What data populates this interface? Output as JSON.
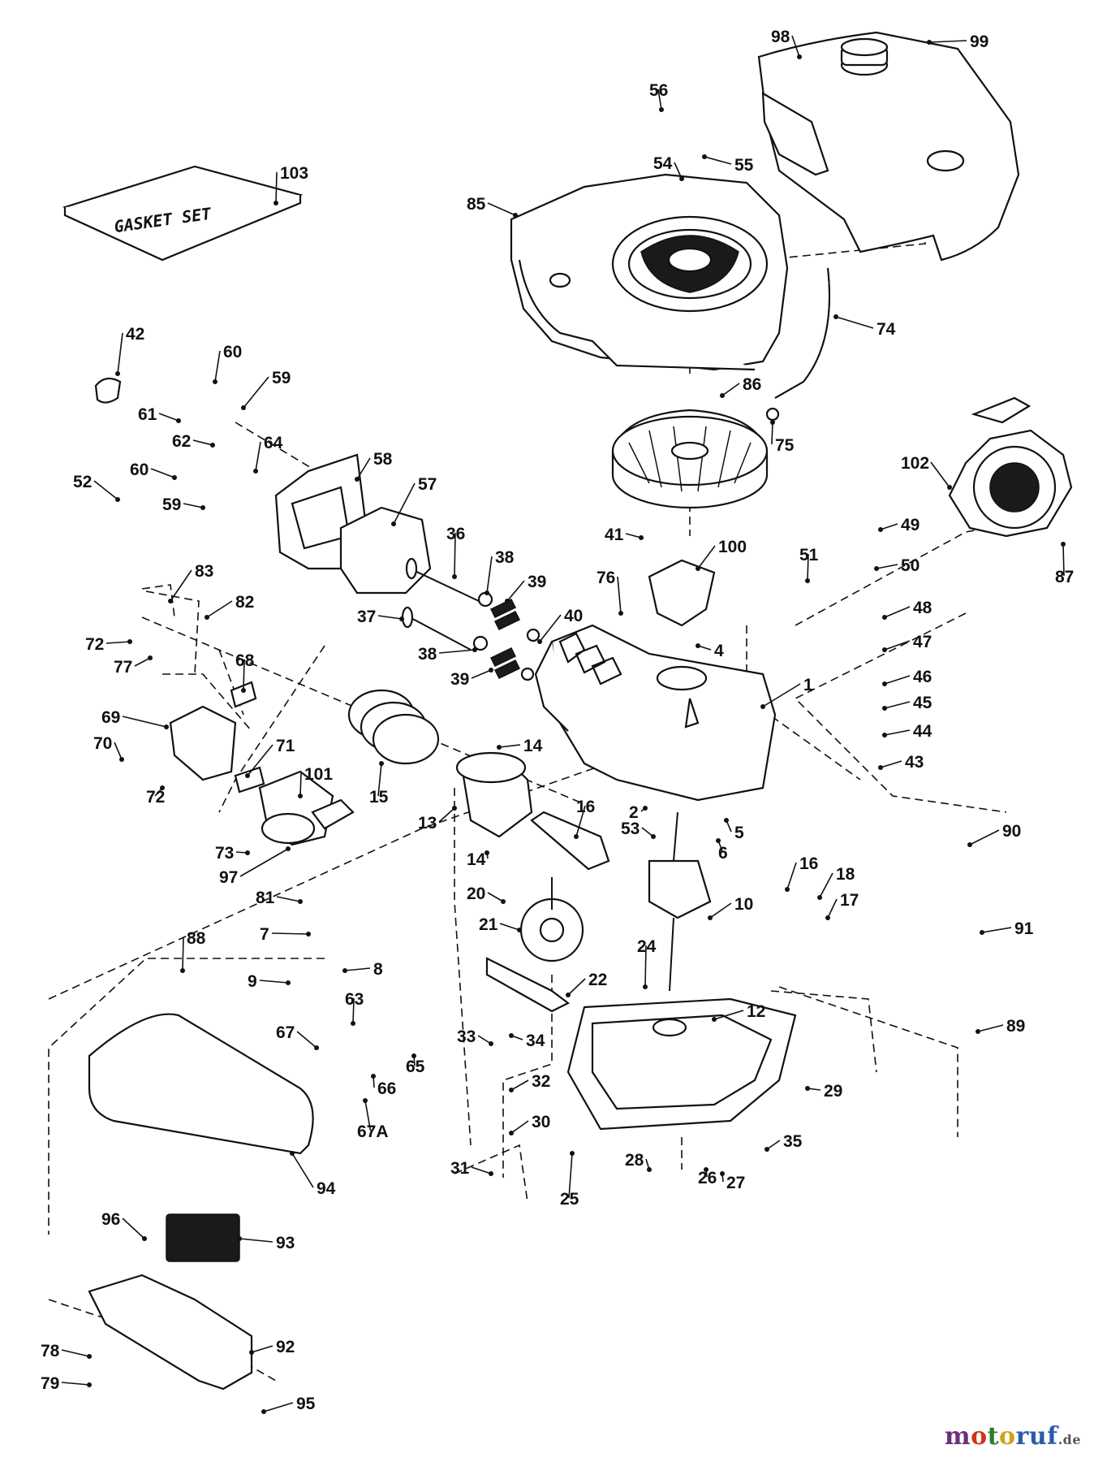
{
  "gasket_set_label": "GASKET SET",
  "watermark": "motoruf",
  "watermark_suffix": ".de",
  "parts": [
    "1",
    "2",
    "4",
    "5",
    "6",
    "7",
    "8",
    "9",
    "10",
    "12",
    "13",
    "14",
    "15",
    "16",
    "17",
    "18",
    "20",
    "21",
    "22",
    "24",
    "25",
    "26",
    "27",
    "28",
    "29",
    "30",
    "31",
    "32",
    "33",
    "34",
    "35",
    "36",
    "37",
    "38",
    "39",
    "40",
    "41",
    "42",
    "43",
    "44",
    "45",
    "46",
    "47",
    "48",
    "49",
    "50",
    "51",
    "52",
    "53",
    "54",
    "55",
    "56",
    "57",
    "58",
    "59",
    "60",
    "61",
    "62",
    "63",
    "64",
    "65",
    "66",
    "67",
    "67A",
    "68",
    "69",
    "70",
    "71",
    "72",
    "73",
    "74",
    "75",
    "76",
    "77",
    "78",
    "79",
    "81",
    "82",
    "83",
    "85",
    "86",
    "87",
    "88",
    "89",
    "90",
    "91",
    "92",
    "93",
    "94",
    "95",
    "96",
    "97",
    "98",
    "99",
    "100",
    "101",
    "102",
    "103"
  ]
}
